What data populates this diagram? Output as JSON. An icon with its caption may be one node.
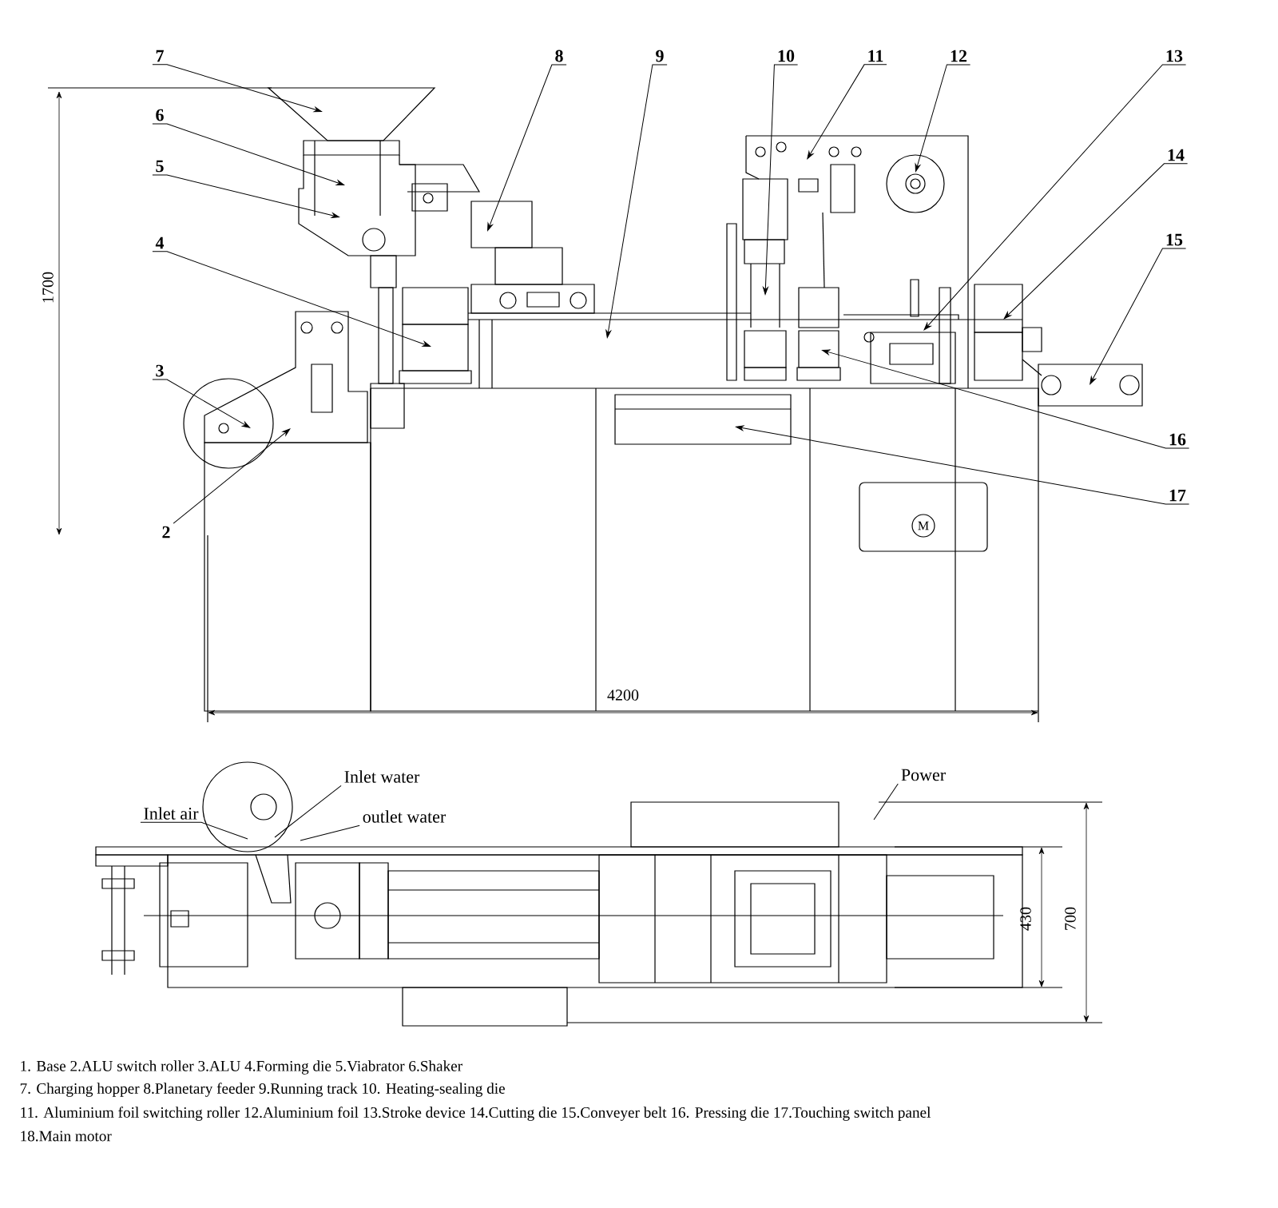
{
  "diagram": {
    "nodes": [
      {
        "text": [
          "7"
        ]
      },
      {
        "text": [
          "8"
        ]
      },
      {
        "text": [
          "9"
        ]
      },
      {
        "text": [
          "10"
        ]
      },
      {
        "text": [
          "11"
        ]
      },
      {
        "text": [
          "12"
        ]
      },
      {
        "text": [
          "13"
        ]
      },
      {
        "text": [
          "6"
        ]
      },
      {
        "text": [
          "14"
        ]
      },
      {
        "text": [
          "5"
        ]
      },
      {
        "text": [
          "15"
        ]
      },
      {
        "text": [
          "4"
        ]
      },
      {
        "text": [
          "3"
        ]
      },
      {
        "text": [
          "16"
        ]
      },
      {
        "text": [
          "17"
        ]
      },
      {
        "text": [
          "2"
        ]
      },
      {
        "text": [
          "Inlet water"
        ]
      },
      {
        "text": [
          "Power"
        ]
      },
      {
        "text": [
          "Inlet air"
        ]
      },
      {
        "text": [
          "outlet water"
        ]
      }
    ],
    "edges": [
      {
        "from": 0,
        "to": null,
        "arrow": "to"
      },
      {
        "from": 1,
        "to": null,
        "arrow": "to"
      },
      {
        "from": 2,
        "to": null,
        "arrow": "to"
      },
      {
        "from": 3,
        "to": null,
        "arrow": "to"
      },
      {
        "from": 4,
        "to": null,
        "arrow": "to"
      },
      {
        "from": 5,
        "to": null,
        "arrow": "to"
      },
      {
        "from": 6,
        "to": null,
        "arrow": "to"
      },
      {
        "from": 7,
        "to": null,
        "arrow": "to"
      },
      {
        "from": 8,
        "to": null,
        "arrow": "to"
      },
      {
        "from": 9,
        "to": null,
        "arrow": "to"
      },
      {
        "from": 10,
        "to": null,
        "arrow": "to"
      },
      {
        "from": 11,
        "to": null,
        "arrow": "to"
      },
      {
        "from": 12,
        "to": null,
        "arrow": "to"
      },
      {
        "from": 13,
        "to": null,
        "arrow": "to"
      },
      {
        "from": 14,
        "to": null,
        "arrow": "to"
      },
      {
        "from": 15,
        "to": null,
        "arrow": "to"
      },
      {
        "from": 16,
        "to": null,
        "arrow": "none"
      },
      {
        "from": 17,
        "to": null,
        "arrow": "none"
      },
      {
        "from": 18,
        "to": null,
        "arrow": "none"
      },
      {
        "from": 19,
        "to": null,
        "arrow": "none"
      }
    ],
    "labels": [
      "1700",
      "M",
      "4200",
      "430",
      "700",
      "1. Base   2.ALU switch roller   3.ALU  4.Forming die 5.Viabrator   6.Shaker",
      "7. Charging hopper 8.Planetary feeder   9.Running track 10. Heating-sealing die",
      "11. Aluminium foil switching roller   12.Aluminium foil 13.Stroke device   14.Cutting die 15.Conveyer belt 16. Pressing die   17.Touching switch panel",
      "18.Main motor"
    ]
  }
}
